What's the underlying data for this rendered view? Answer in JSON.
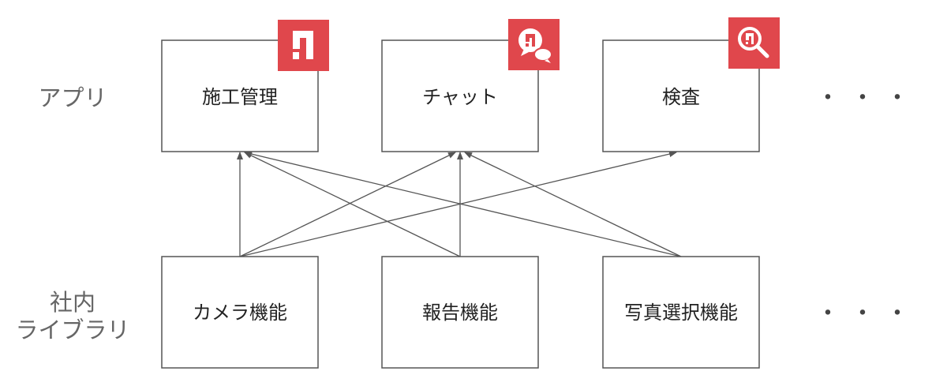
{
  "rows": {
    "apps_label": "アプリ",
    "libs_label_line1": "社内",
    "libs_label_line2": "ライブラリ"
  },
  "apps": [
    {
      "label": "施工管理",
      "icon": "construction-management-app-icon"
    },
    {
      "label": "チャット",
      "icon": "chat-app-icon"
    },
    {
      "label": "検査",
      "icon": "inspection-app-icon"
    }
  ],
  "libraries": [
    {
      "label": "カメラ機能"
    },
    {
      "label": "報告機能"
    },
    {
      "label": "写真選択機能"
    }
  ],
  "more_apps": "・・・",
  "more_libraries": "・・・",
  "dependencies": [
    {
      "from": "カメラ機能",
      "to": "施工管理"
    },
    {
      "from": "カメラ機能",
      "to": "チャット"
    },
    {
      "from": "カメラ機能",
      "to": "検査"
    },
    {
      "from": "報告機能",
      "to": "施工管理"
    },
    {
      "from": "報告機能",
      "to": "チャット"
    },
    {
      "from": "写真選択機能",
      "to": "施工管理"
    },
    {
      "from": "写真選択機能",
      "to": "チャット"
    }
  ],
  "colors": {
    "icon_badge": "#e0474c",
    "box_border": "#555555",
    "arrow": "#555555"
  }
}
